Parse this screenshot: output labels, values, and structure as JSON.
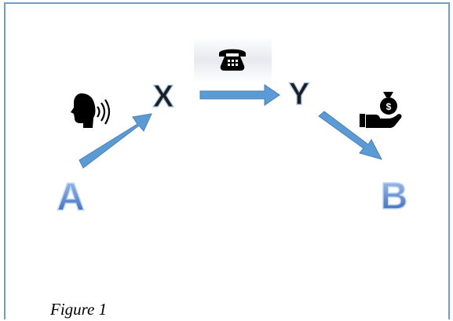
{
  "nodes": {
    "a": "A",
    "b": "B",
    "x": "X",
    "y": "Y"
  },
  "icons": {
    "speaking": "speaking-head-icon",
    "phone": "telephone-icon",
    "money": "money-bag-hand-icon"
  },
  "colors": {
    "arrow": "#5b9bd5",
    "arrow_edge": "#4a7fb5",
    "node_blue_start": "#a9c8ee",
    "node_blue_end": "#2f5fb8",
    "node_dark": "#1e1e1e",
    "frame_border": "#6f9bd1"
  },
  "caption": "Figure 1"
}
